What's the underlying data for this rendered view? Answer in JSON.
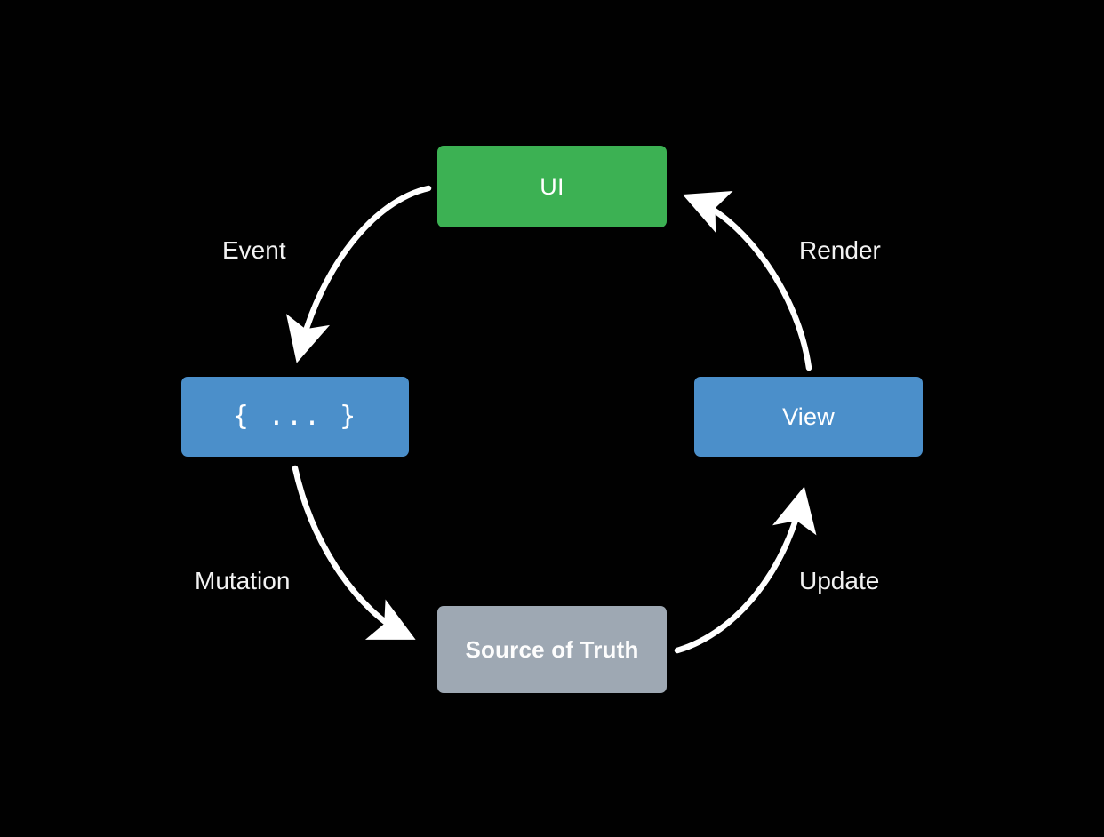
{
  "diagram": {
    "background_color": "#000000",
    "type": "cycle",
    "nodes": [
      {
        "id": "ui",
        "label": "UI",
        "color": "#3cb153",
        "shape": "rounded-rect",
        "position": "top"
      },
      {
        "id": "state",
        "label": "{ ... }",
        "color": "#4b8fca",
        "shape": "rounded-rect",
        "position": "left"
      },
      {
        "id": "view",
        "label": "View",
        "color": "#4b8fca",
        "shape": "rounded-rect",
        "position": "right"
      },
      {
        "id": "source",
        "label": "Source of Truth",
        "color": "#9ea8b3",
        "shape": "rounded-rect",
        "position": "bottom"
      }
    ],
    "edges": [
      {
        "id": "event",
        "label": "Event",
        "from": "ui",
        "to": "state",
        "color": "#ffffff"
      },
      {
        "id": "mutation",
        "label": "Mutation",
        "from": "state",
        "to": "source",
        "color": "#ffffff"
      },
      {
        "id": "update",
        "label": "Update",
        "from": "source",
        "to": "view",
        "color": "#ffffff"
      },
      {
        "id": "render",
        "label": "Render",
        "from": "view",
        "to": "ui",
        "color": "#ffffff"
      }
    ]
  }
}
